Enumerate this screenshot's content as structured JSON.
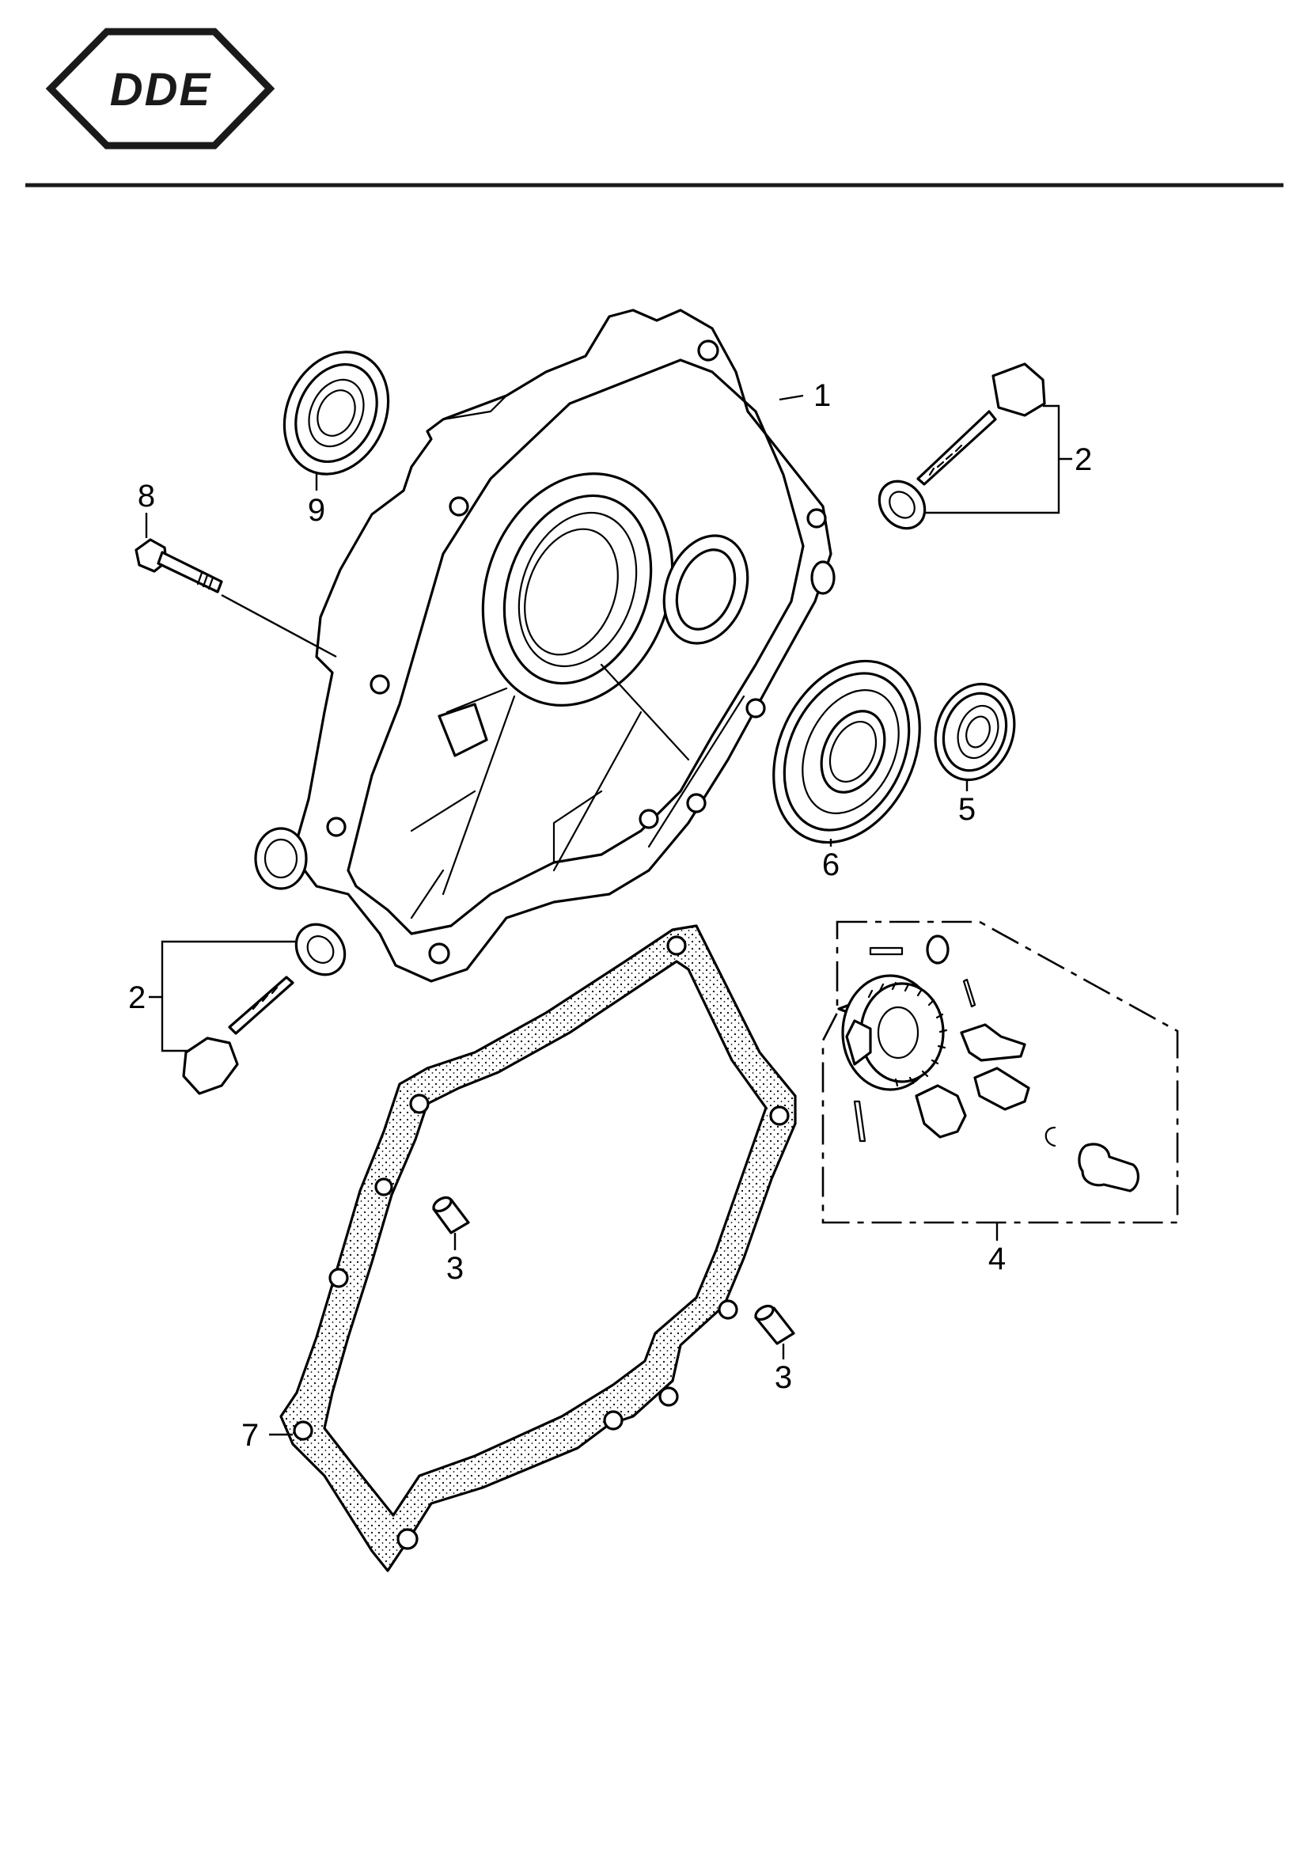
{
  "brand": {
    "logo_text": "DDE"
  },
  "callouts": {
    "c1": "1",
    "c2a": "2",
    "c2b": "2",
    "c3a": "3",
    "c3b": "3",
    "c4": "4",
    "c5": "5",
    "c6": "6",
    "c7": "7",
    "c8": "8",
    "c9": "9"
  }
}
